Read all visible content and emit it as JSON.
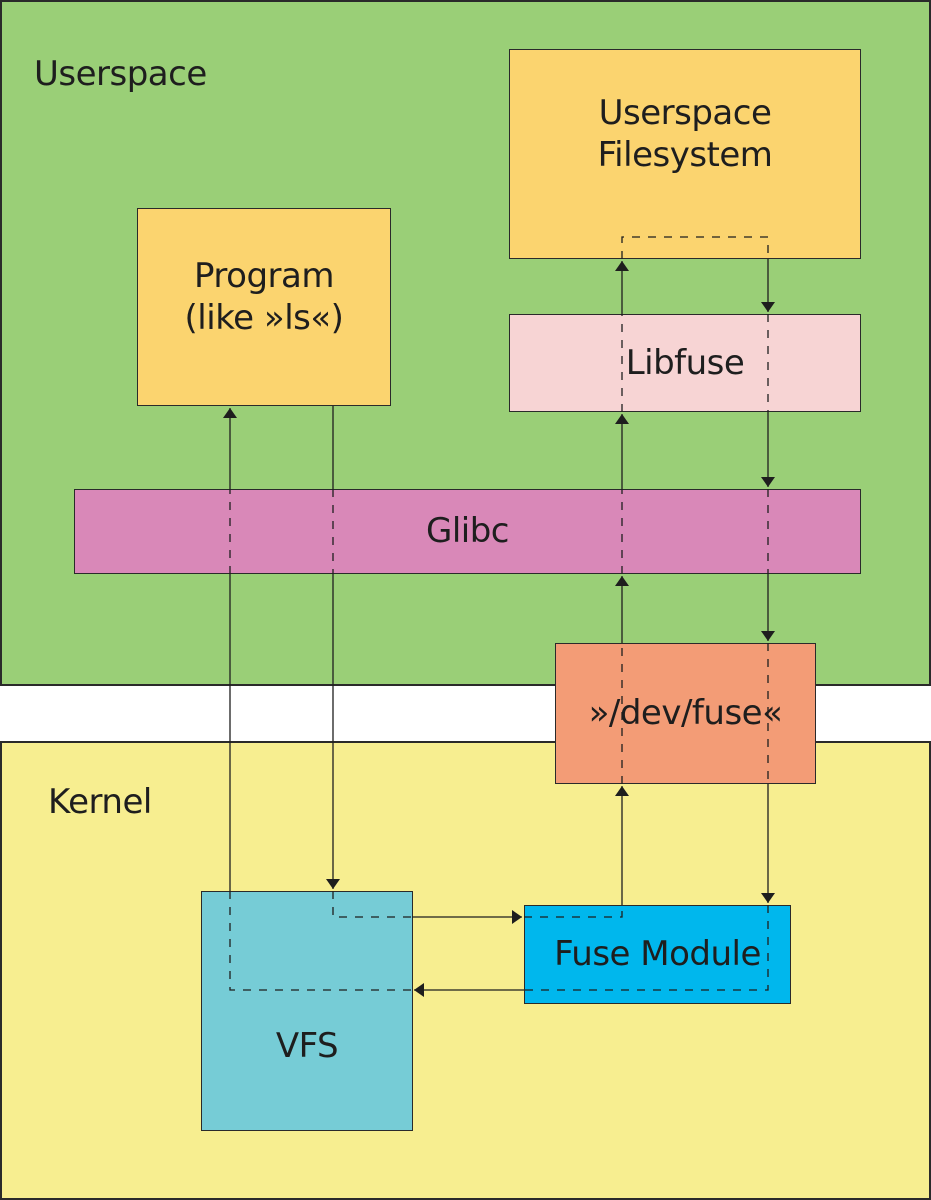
{
  "regions": {
    "userspace": {
      "label": "Userspace",
      "color": "#9ACF77"
    },
    "kernel": {
      "label": "Kernel",
      "color": "#F7EE90"
    }
  },
  "boxes": {
    "userspace_fs": {
      "label": "Userspace\nFilesystem",
      "color": "#FBD46F"
    },
    "program": {
      "label": "Program\n(like »ls«)",
      "color": "#FBD46F"
    },
    "libfuse": {
      "label": "Libfuse",
      "color": "#F7D4D4"
    },
    "glibc": {
      "label": "Glibc",
      "color": "#D988B8"
    },
    "dev_fuse": {
      "label": "»/dev/fuse«",
      "color": "#F39C76"
    },
    "vfs": {
      "label": "VFS",
      "color": "#76CCD6"
    },
    "fuse_module": {
      "label": "Fuse Module",
      "color": "#00B7ED"
    }
  },
  "connections": [
    {
      "from": "vfs",
      "to": "program",
      "direction": "up"
    },
    {
      "from": "program",
      "to": "vfs",
      "direction": "down"
    },
    {
      "from": "vfs",
      "to": "fuse_module",
      "direction": "right"
    },
    {
      "from": "fuse_module",
      "to": "dev_fuse",
      "direction": "up"
    },
    {
      "from": "dev_fuse",
      "to": "libfuse",
      "via": "glibc",
      "direction": "up"
    },
    {
      "from": "libfuse",
      "to": "userspace_fs",
      "direction": "up"
    },
    {
      "from": "userspace_fs",
      "to": "libfuse",
      "direction": "down"
    },
    {
      "from": "libfuse",
      "to": "dev_fuse",
      "via": "glibc",
      "direction": "down"
    },
    {
      "from": "dev_fuse",
      "to": "fuse_module",
      "direction": "down"
    },
    {
      "from": "fuse_module",
      "to": "vfs",
      "direction": "left"
    }
  ]
}
